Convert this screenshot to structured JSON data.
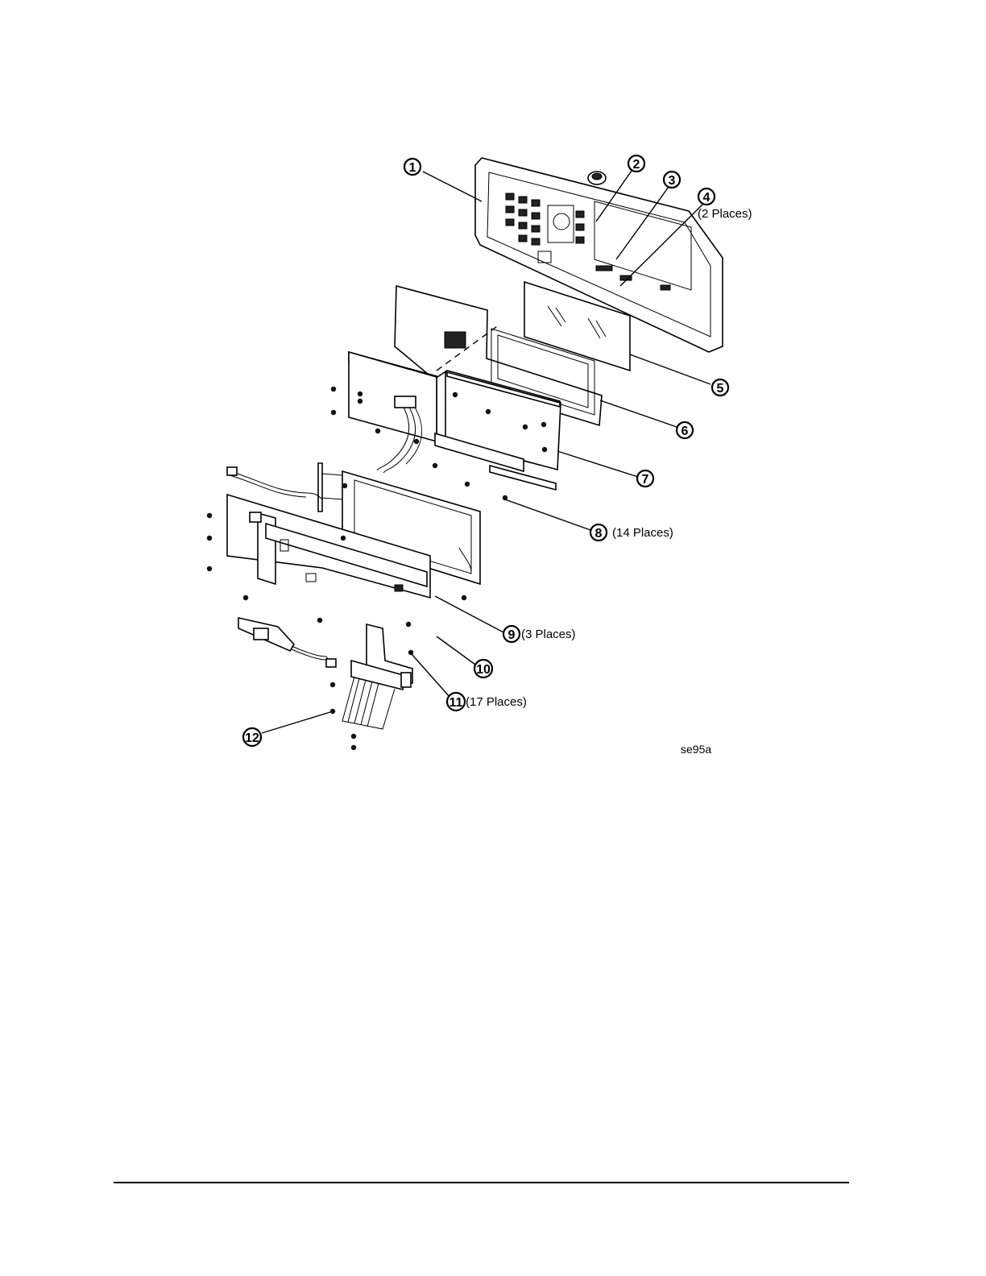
{
  "diagram": {
    "figure_code": "se95a",
    "callouts": [
      {
        "number": "1",
        "note": ""
      },
      {
        "number": "2",
        "note": ""
      },
      {
        "number": "3",
        "note": ""
      },
      {
        "number": "4",
        "note": "(2 Places)"
      },
      {
        "number": "5",
        "note": ""
      },
      {
        "number": "6",
        "note": ""
      },
      {
        "number": "7",
        "note": ""
      },
      {
        "number": "8",
        "note": "(14 Places)"
      },
      {
        "number": "9",
        "note": "(3 Places)"
      },
      {
        "number": "10",
        "note": ""
      },
      {
        "number": "11",
        "note": "(17 Places)"
      },
      {
        "number": "12",
        "note": ""
      }
    ]
  }
}
